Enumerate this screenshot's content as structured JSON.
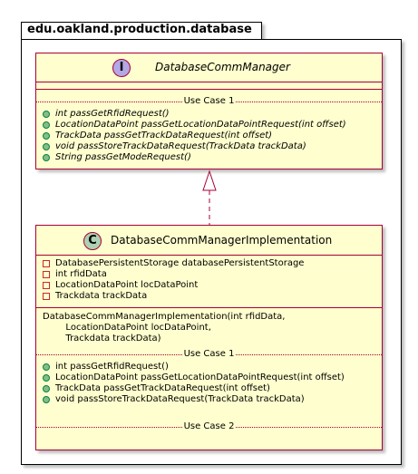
{
  "package": {
    "name": "edu.oakland.production.database"
  },
  "interface": {
    "stereotype": "I",
    "name": "DatabaseCommManager",
    "section_label": "Use Case 1",
    "methods": [
      "int passGetRfidRequest()",
      "LocationDataPoint passGetLocationDataPointRequest(int offset)",
      "TrackData passGetTrackDataRequest(int offset)",
      "void passStoreTrackDataRequest(TrackData trackData)",
      "String passGetModeRequest()"
    ]
  },
  "implementation": {
    "stereotype": "C",
    "name": "DatabaseCommManagerImplementation",
    "fields": [
      "DatabasePersistentStorage databasePersistentStorage",
      "int rfidData",
      "LocationDataPoint locDataPoint",
      "Trackdata trackData"
    ],
    "constructor": [
      "DatabaseCommManagerImplementation(int rfidData,",
      "        LocationDataPoint locDataPoint,",
      "        Trackdata trackData)"
    ],
    "section_label_1": "Use Case 1",
    "methods": [
      "int passGetRfidRequest()",
      "LocationDataPoint passGetLocationDataPointRequest(int offset)",
      "TrackData passGetTrackDataRequest(int offset)",
      "void passStoreTrackDataRequest(TrackData trackData)"
    ],
    "section_label_2": "Use Case 2"
  },
  "colors": {
    "class_fill": "#FEFECE",
    "class_border": "#A80036",
    "interface_badge": "#B4A7E5",
    "class_badge": "#ADD1B2",
    "public_dot": "#84BE84",
    "private_square": "#C82930"
  }
}
